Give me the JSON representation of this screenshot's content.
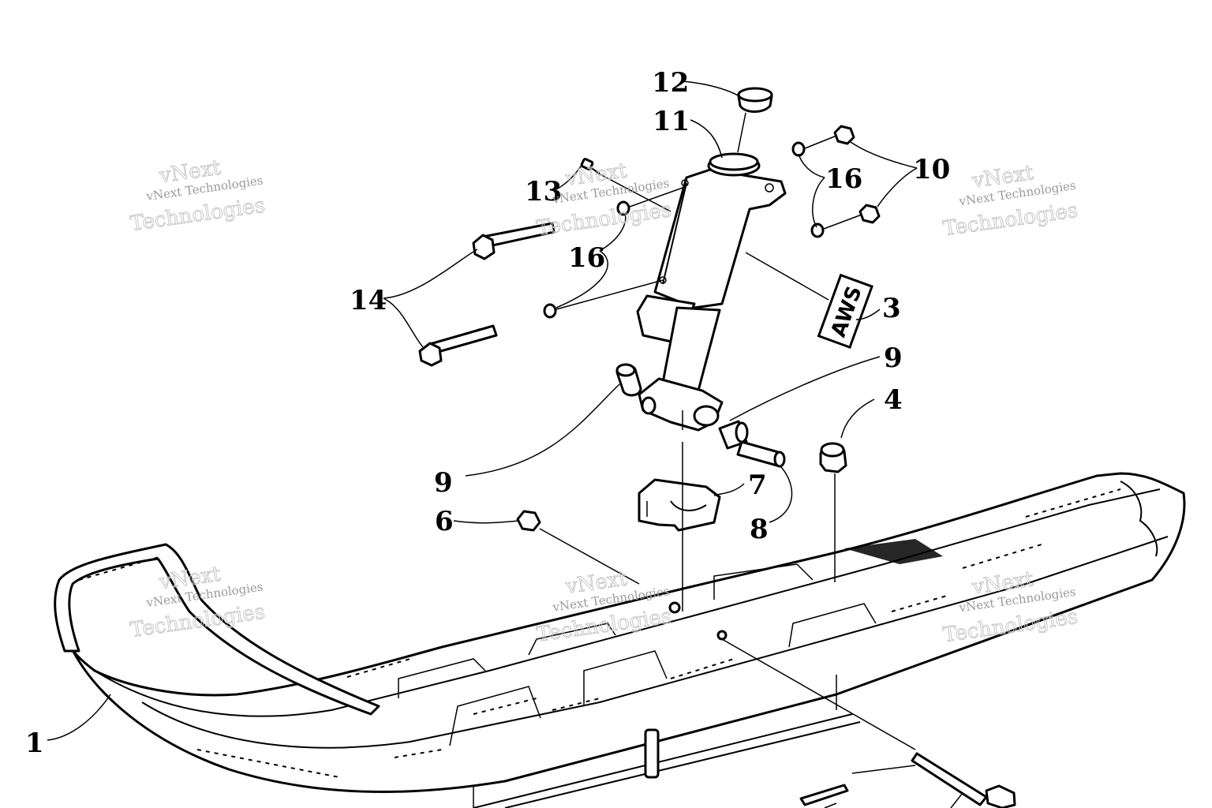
{
  "callouts": {
    "c1": "1",
    "c3": "3",
    "c4": "4",
    "c6": "6",
    "c7": "7",
    "c8": "8",
    "c9a": "9",
    "c9b": "9",
    "c10": "10",
    "c11": "11",
    "c12": "12",
    "c13": "13",
    "c14": "14",
    "c16a": "16",
    "c16b": "16"
  },
  "decal_text": "AWS",
  "watermark": {
    "line1": "vNext",
    "line2": "vNext Technologies",
    "line3": "Technologies"
  }
}
